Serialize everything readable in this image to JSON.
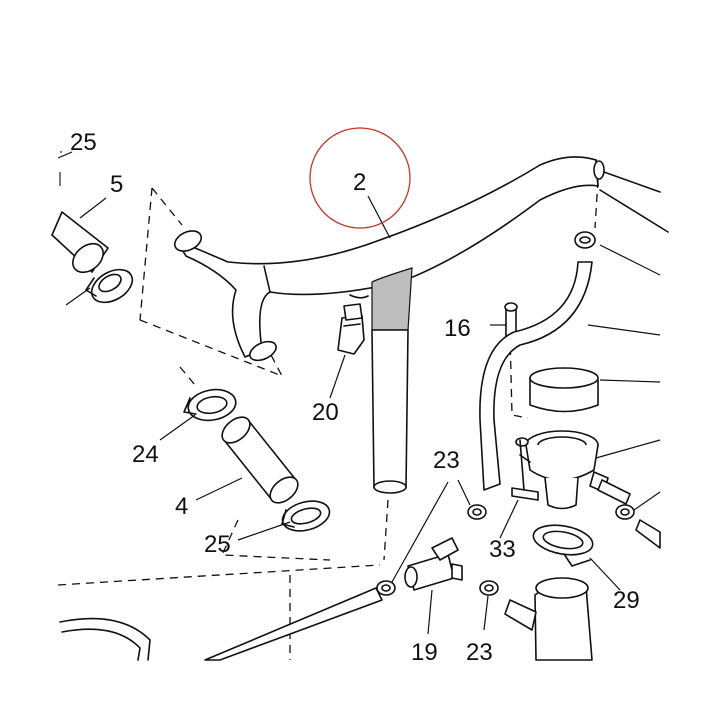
{
  "highlight_color": "#c0392b",
  "callouts": [
    {
      "id": "c25a",
      "text": "25"
    },
    {
      "id": "c5",
      "text": "5"
    },
    {
      "id": "c2",
      "text": "2"
    },
    {
      "id": "c16",
      "text": "16"
    },
    {
      "id": "c20",
      "text": "20"
    },
    {
      "id": "c24",
      "text": "24"
    },
    {
      "id": "c4",
      "text": "4"
    },
    {
      "id": "c25b",
      "text": "25"
    },
    {
      "id": "c23a",
      "text": "23"
    },
    {
      "id": "c33",
      "text": "33"
    },
    {
      "id": "c29",
      "text": "29"
    },
    {
      "id": "c19",
      "text": "19"
    },
    {
      "id": "c23b",
      "text": "23"
    }
  ],
  "highlighted_part": "2"
}
